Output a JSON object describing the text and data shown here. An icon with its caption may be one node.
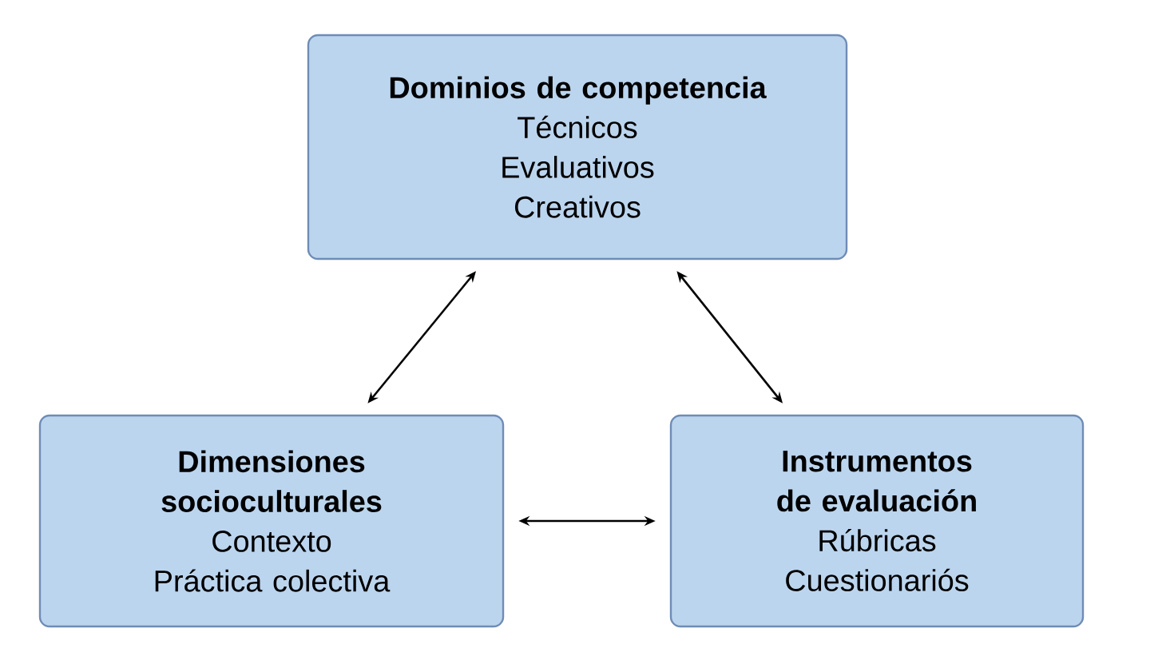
{
  "diagram": {
    "nodes": [
      {
        "text": [
          "Dominios de competencia",
          "Técnicos",
          "Evaluativos",
          "Creativos"
        ]
      },
      {
        "text": [
          "Dimensiones socioculturales",
          "Contexto",
          "Práctica colectiva"
        ]
      },
      {
        "text": [
          "Instrumentos de evaluación",
          "Rúbricas",
          "Cuestionariós"
        ]
      }
    ],
    "edges": [
      {
        "from": 0,
        "to": 1,
        "arrow": "both"
      },
      {
        "from": 0,
        "to": 2,
        "arrow": "both"
      },
      {
        "from": 1,
        "to": 2,
        "arrow": "both"
      }
    ]
  }
}
